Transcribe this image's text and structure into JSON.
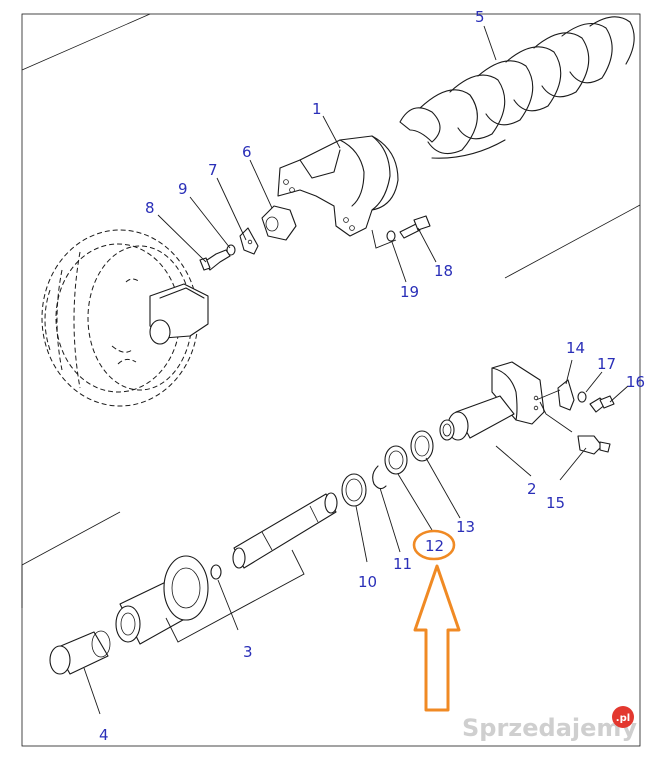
{
  "callouts": [
    {
      "id": "c1",
      "label": "1"
    },
    {
      "id": "c2",
      "label": "2"
    },
    {
      "id": "c3",
      "label": "3"
    },
    {
      "id": "c4",
      "label": "4"
    },
    {
      "id": "c5",
      "label": "5"
    },
    {
      "id": "c6",
      "label": "6"
    },
    {
      "id": "c7",
      "label": "7"
    },
    {
      "id": "c8",
      "label": "8"
    },
    {
      "id": "c9",
      "label": "9"
    },
    {
      "id": "c10",
      "label": "10"
    },
    {
      "id": "c11",
      "label": "11"
    },
    {
      "id": "c12",
      "label": "12"
    },
    {
      "id": "c13",
      "label": "13"
    },
    {
      "id": "c14",
      "label": "14"
    },
    {
      "id": "c15",
      "label": "15"
    },
    {
      "id": "c16",
      "label": "16"
    },
    {
      "id": "c17",
      "label": "17"
    },
    {
      "id": "c18",
      "label": "18"
    },
    {
      "id": "c19",
      "label": "19"
    }
  ],
  "highlight": {
    "target": "12",
    "color": "#f08a24"
  },
  "watermark": {
    "text": "Sprzedajemy",
    "badge": ".pl",
    "badge_color": "#e3382f"
  },
  "colors": {
    "callout_text": "#2a2fb8",
    "lines": "#1a1a1a"
  }
}
